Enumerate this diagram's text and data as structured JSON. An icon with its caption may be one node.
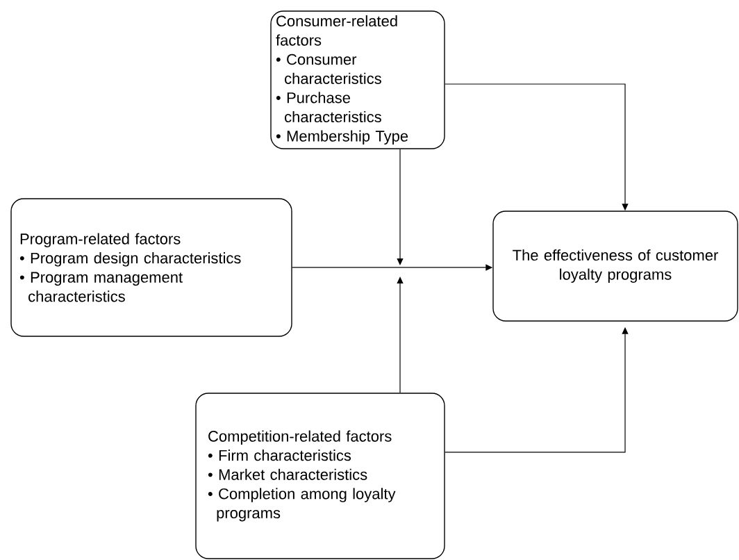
{
  "diagram": {
    "nodes": [
      {
        "text": [
          "Consumer-related factors",
          "• Consumer characteristics",
          "• Purchase characteristics",
          "• Membership Type"
        ]
      },
      {
        "text": [
          "Program-related factors",
          "• Program design characteristics",
          "• Program management characteristics"
        ]
      },
      {
        "text": [
          "The effectiveness of customer loyalty programs"
        ]
      },
      {
        "text": [
          "Competition-related factors",
          "• Firm characteristics",
          "• Market characteristics",
          "• Completion among loyalty programs"
        ]
      }
    ],
    "edges": [
      {
        "from": 0,
        "to": 2,
        "arrow": "to"
      },
      {
        "from": 1,
        "to": 2,
        "arrow": "to"
      },
      {
        "from": 3,
        "to": 2,
        "arrow": "to"
      },
      {
        "from": 0,
        "to": null,
        "arrow": "to"
      },
      {
        "from": 3,
        "to": null,
        "arrow": "to"
      }
    ]
  }
}
